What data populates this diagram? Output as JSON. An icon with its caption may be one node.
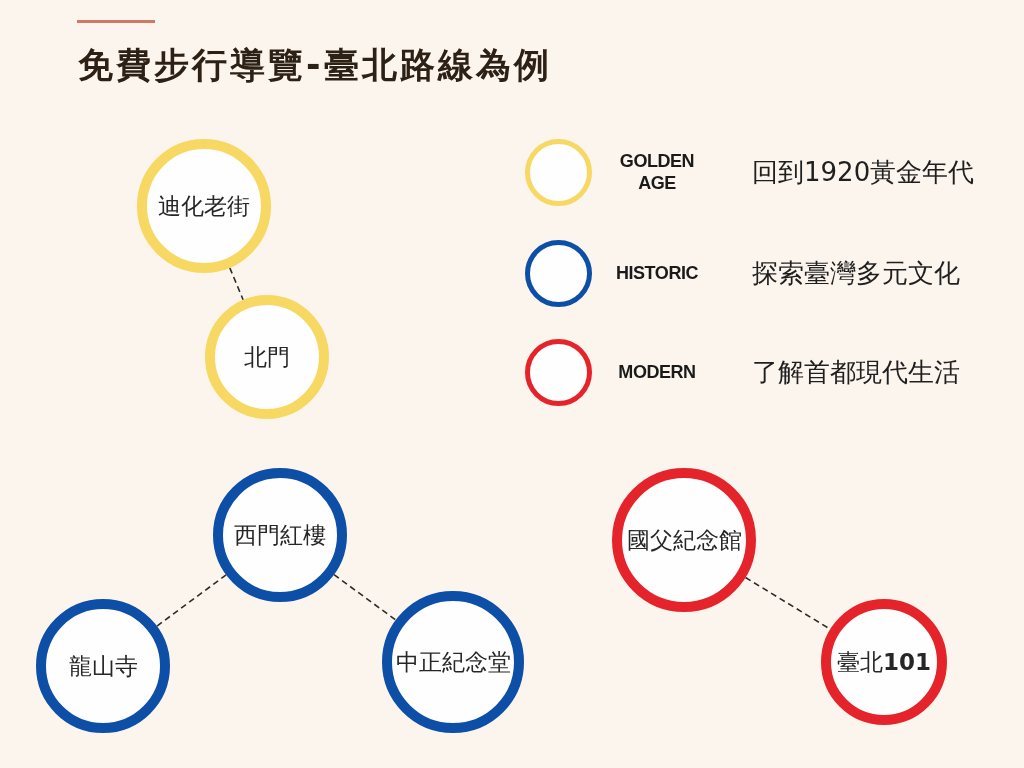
{
  "diagram": {
    "title": "免費步行導覽-臺北路線為例",
    "nodes": [
      {
        "text": [
          "迪化老街"
        ]
      },
      {
        "text": [
          "北門"
        ]
      },
      {
        "text": [
          "西門紅樓"
        ]
      },
      {
        "text": [
          "國父紀念館"
        ]
      },
      {
        "text": [
          "龍山寺"
        ]
      },
      {
        "text": [
          "中正紀念堂"
        ]
      },
      {
        "text": [
          "臺北**101**"
        ]
      }
    ],
    "edges": [
      {
        "from": 0,
        "to": 1,
        "arrow": "none",
        "style": "dashed"
      },
      {
        "from": 2,
        "to": 4,
        "arrow": "none",
        "style": "dashed"
      },
      {
        "from": 2,
        "to": 5,
        "arrow": "none",
        "style": "dashed"
      },
      {
        "from": 3,
        "to": 6,
        "arrow": "none",
        "style": "dashed"
      }
    ],
    "labels": [
      "回到1920黃金年代",
      "探索臺灣多元文化",
      "了解首都現代生活"
    ],
    "legend": [
      {
        "text": "GOLDEN AGE",
        "color": "#f6d862"
      },
      {
        "text": "HISTORIC",
        "color": "#0d4ea6"
      },
      {
        "text": "MODERN",
        "color": "#e5232a"
      }
    ]
  }
}
